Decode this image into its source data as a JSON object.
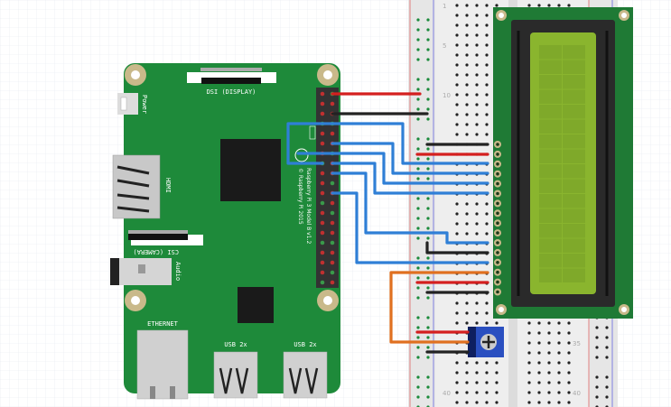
{
  "pi": {
    "dsi_label": "DSI (DISPLAY)",
    "power_label": "Power",
    "hdmi_label": "HDMI",
    "csi_label": "CSI (CAMERA)",
    "audio_label": "Audio",
    "ethernet_label": "ETHERNET",
    "usb1_label": "USB 2x",
    "usb2_label": "USB 2x",
    "model_label": "Raspberry Pi 3 Model B v1.2",
    "copyright_label": "© Raspberry Pi 2015",
    "board_color": "#1e8a3a"
  },
  "breadboard": {
    "row_numbers": [
      "1",
      "5",
      "10",
      "35",
      "40"
    ]
  },
  "lcd": {
    "pcb_color": "#1f7a35",
    "screen_color": "#8ab52e",
    "pins": 16
  },
  "wire_colors": {
    "red": "#d41f1f",
    "black": "#222222",
    "blue": "#2f7fd6",
    "orange": "#e07020"
  }
}
